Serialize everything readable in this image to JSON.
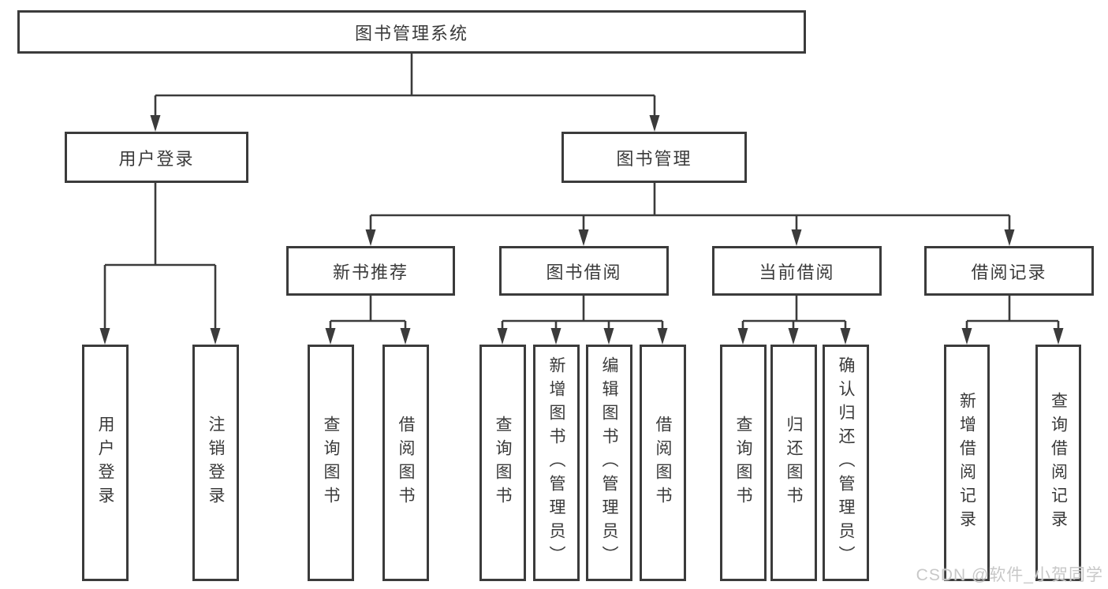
{
  "diagram": {
    "root": "图书管理系统",
    "login": {
      "label": "用户登录",
      "children": [
        "用户登录",
        "注销登录"
      ]
    },
    "management": {
      "label": "图书管理",
      "groups": [
        {
          "label": "新书推荐",
          "children": [
            "查询图书",
            "借阅图书"
          ]
        },
        {
          "label": "图书借阅",
          "children": [
            "查询图书",
            "新增图书（管理员）",
            "编辑图书（管理员）",
            "借阅图书"
          ]
        },
        {
          "label": "当前借阅",
          "children": [
            "查询图书",
            "归还图书",
            "确认归还（管理员）"
          ]
        },
        {
          "label": "借阅记录",
          "children": [
            "新增借阅记录",
            "查询借阅记录"
          ]
        }
      ]
    }
  },
  "watermark": "CSDN @软件_小贺同学",
  "colors": {
    "line": "#3b3b3b",
    "text": "#3a3a3a",
    "background": "#ffffff",
    "watermark": "#c8c8c8"
  }
}
